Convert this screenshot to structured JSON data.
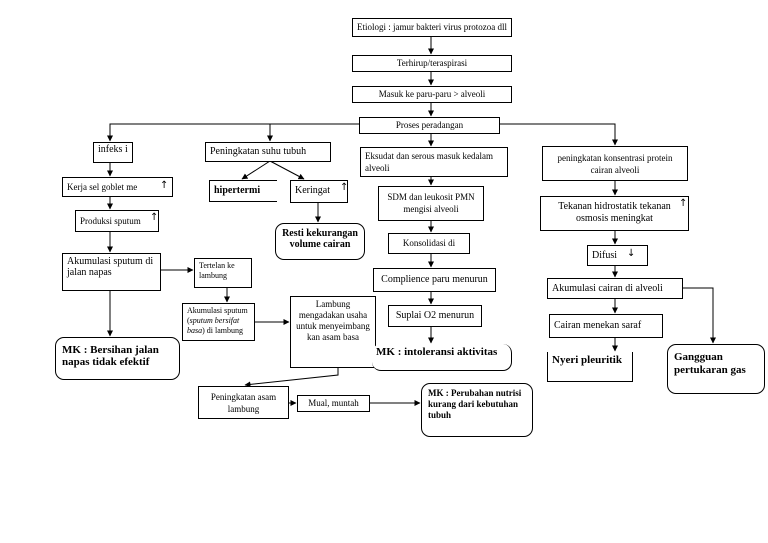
{
  "nodes": {
    "etiologi": "Etiologi : jamur bakteri virus protozoa dll",
    "terhirup": "Terhirup/teraspirasi",
    "masuk_paru": "Masuk ke paru-paru > alveoli",
    "proses_peradangan": "Proses peradangan",
    "infeksi": "infeks i",
    "kerja_sel": "Kerja sel goblet me",
    "produksi_sputum": "Produksi sputum",
    "akumulasi_sputum": "Akumulasi sputum di jalan napas",
    "tertelan": "Tertelan ke lambung",
    "akumulasi_lambung_1": "Akumulasi sputum (",
    "akumulasi_lambung_italic": "sputum bersifat basa",
    "akumulasi_lambung_2": ") di lambung",
    "lambung_menetralisir": "Lambung mengadakan usaha untuk menyeimbang kan asam basa",
    "peningkatan_asam": "Peningkatan asam lambung",
    "mual": "Mual, muntah",
    "mk_bersihan": "MK : Bersihan jalan napas tidak efektif",
    "mk_nutrisi": "MK : Perubahan nutrisi kurang dari kebutuhan tubuh",
    "peningkatan_suhu": "Peningkatan suhu tubuh",
    "hipertermi": "hipertermi",
    "keringat": "Keringat",
    "resti": "Resti kekurangan volume cairan",
    "eksudat": "Eksudat dan serous masuk kedalam alveoli",
    "sdm": "SDM dan leukosit PMN mengisi alveoli",
    "konsolidasi": "Konsolidasi di alveoli",
    "complience": "Complience paru menurun",
    "suplai_o2": "Suplai O2 menurun",
    "mk_intoleransi": "MK : intoleransi aktivitas",
    "peningkatan_konsentrasi": "peningkatan konsentrasi protein cairan alveoli",
    "tekanan": "Tekanan hidrostatik tekanan osmosis meningkat",
    "difusi": "Difusi",
    "akumulasi_cairan": "Akumulasi cairan di alveoli",
    "cairan_menekan": "Cairan menekan saraf",
    "nyeri": "Nyeri pleuritik",
    "gangguan": "Gangguan pertukaran gas"
  },
  "indicators": {
    "up": "↑",
    "down": "↓"
  }
}
